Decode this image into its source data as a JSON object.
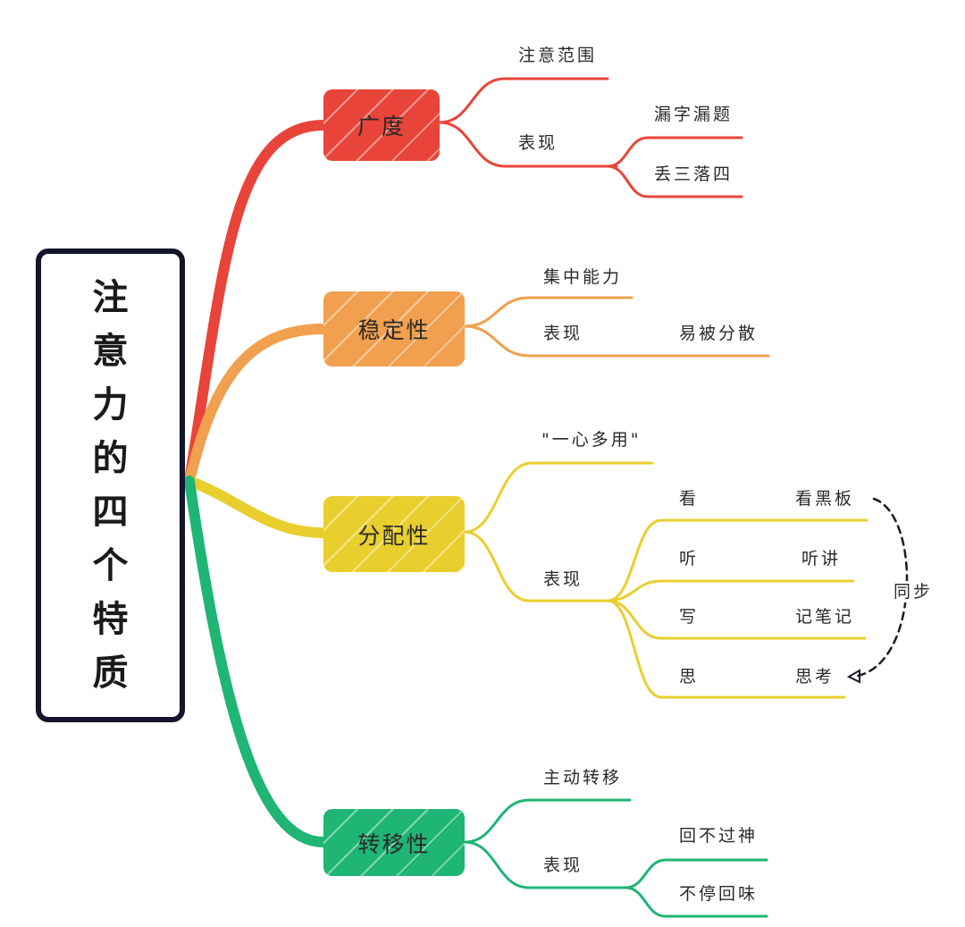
{
  "title": [
    "注",
    "意",
    "力",
    "的",
    "四",
    "个",
    "特",
    "质"
  ],
  "colors": {
    "red": "#e8443a",
    "orange": "#f0a04e",
    "yellow": "#e9cf2e",
    "green": "#1fb574",
    "dash": "#1a1a2a"
  },
  "branches": {
    "breadth": {
      "label": "广度",
      "range": "注意范围",
      "manifest": "表现",
      "items": [
        "漏字漏题",
        "丢三落四"
      ]
    },
    "stability": {
      "label": "稳定性",
      "focus": "集中能力",
      "manifest": "表现",
      "item": "易被分散"
    },
    "distribution": {
      "label": "分配性",
      "multi": "\"一心多用\"",
      "manifest": "表现",
      "rows": [
        {
          "a": "看",
          "b": "看黑板"
        },
        {
          "a": "听",
          "b": "听讲"
        },
        {
          "a": "写",
          "b": "记笔记"
        },
        {
          "a": "思",
          "b": "思考"
        }
      ],
      "sync": "同步"
    },
    "transfer": {
      "label": "转移性",
      "active": "主动转移",
      "manifest": "表现",
      "items": [
        "回不过神",
        "不停回味"
      ]
    }
  }
}
